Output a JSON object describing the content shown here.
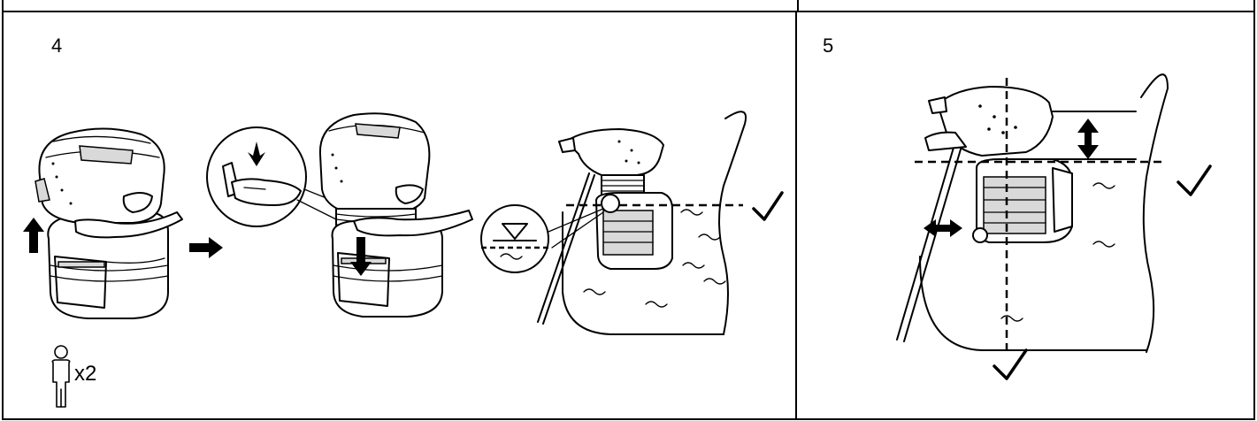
{
  "steps": [
    {
      "number": "4",
      "persons_label": "x2"
    },
    {
      "number": "5"
    }
  ],
  "icons": [
    "person-icon",
    "arrow-up-icon",
    "arrow-right-icon",
    "arrow-down-icon",
    "water-level-icon",
    "checkmark-icon",
    "double-arrow-vertical-icon",
    "double-arrow-horizontal-icon"
  ],
  "colors": {
    "line": "#000000",
    "background": "#ffffff"
  }
}
